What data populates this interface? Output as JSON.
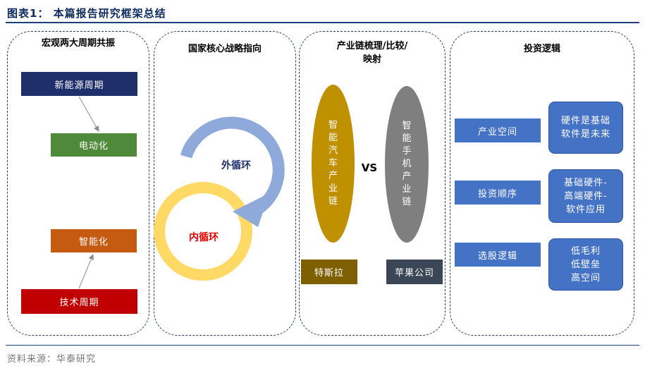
{
  "title": "图表1： 本篇报告研究框架总结",
  "source": "资料来源：华泰研究",
  "col1": {
    "title": "宏观两大周期共振",
    "box_new_energy": "新能源周期",
    "box_electrify": "电动化",
    "box_intelligent": "智能化",
    "box_tech": "技术周期"
  },
  "col2": {
    "title": "国家核心战略指向",
    "outer_loop": "外循环",
    "inner_loop": "内循环"
  },
  "col3": {
    "title_line1": "产业链梳理/比较/",
    "title_line2": "映射",
    "oval_left": [
      "智",
      "能",
      "汽",
      "车",
      "产",
      "业",
      "链"
    ],
    "oval_right": [
      "智",
      "能",
      "手",
      "机",
      "产",
      "业",
      "链"
    ],
    "vs": "VS",
    "box_tesla": "特斯拉",
    "box_apple": "苹果公司"
  },
  "col4": {
    "title": "投资逻辑",
    "rows": [
      {
        "label": "产业空间",
        "detail": [
          "硬件是基础",
          "软件是未来"
        ]
      },
      {
        "label": "投资顺序",
        "detail": [
          "基础硬件-",
          "高端硬件-",
          "软件应用"
        ]
      },
      {
        "label": "选股逻辑",
        "detail": [
          "低毛利",
          "低壁垒",
          "高空间"
        ]
      }
    ]
  },
  "colors": {
    "navy": "#1f2f6b",
    "green": "#4e8a3a",
    "orange": "#c55a11",
    "red": "#c00000",
    "gold": "#bf9000",
    "gray": "#7f7f7f",
    "olive": "#7f6000",
    "slate": "#3b4656",
    "blue": "#4472c4",
    "ring_blue": "#8eaadb",
    "ring_yellow": "#ffd966"
  }
}
